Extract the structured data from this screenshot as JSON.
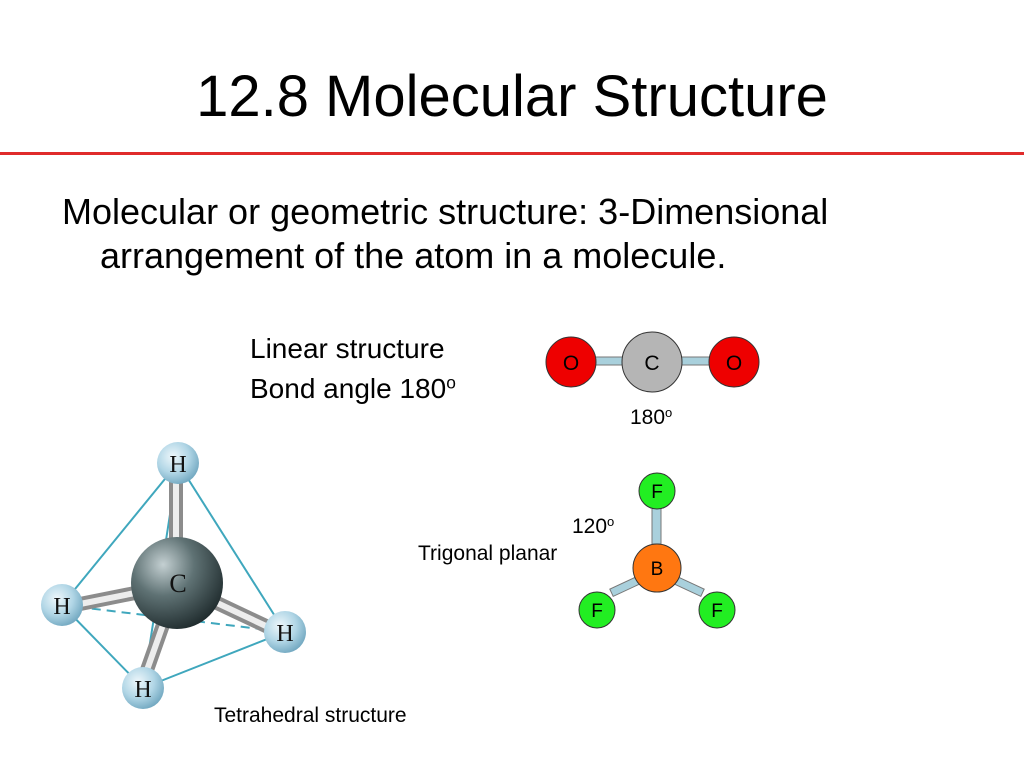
{
  "title": "12.8 Molecular Structure",
  "body": "Molecular or geometric structure: 3-Dimensional arrangement of the atom in a molecule.",
  "linear": {
    "line1": "Linear structure",
    "line2_prefix": "Bond angle 180",
    "line2_sup": "o",
    "angle_value": "180",
    "angle_sup": "o",
    "atoms": [
      "O",
      "C",
      "O"
    ]
  },
  "trigonal": {
    "label": "Trigonal planar",
    "angle_value": "120",
    "angle_sup": "o",
    "center": "B",
    "outer": [
      "F",
      "F",
      "F"
    ]
  },
  "tetrahedral": {
    "label": "Tetrahedral structure",
    "center": "C",
    "hydrogens": [
      "H",
      "H",
      "H",
      "H"
    ]
  },
  "colors": {
    "rule": "#e02b2b",
    "oxygen": "#ee0000",
    "carbon_co2": "#b5b5b5",
    "fluorine": "#22ee22",
    "boron": "#ff7711",
    "bond": "#a9d0dc",
    "tetra_edge": "#3fa7bd",
    "tetra_h": "#a9cfe0",
    "tetra_c": "#4a5b5e"
  }
}
